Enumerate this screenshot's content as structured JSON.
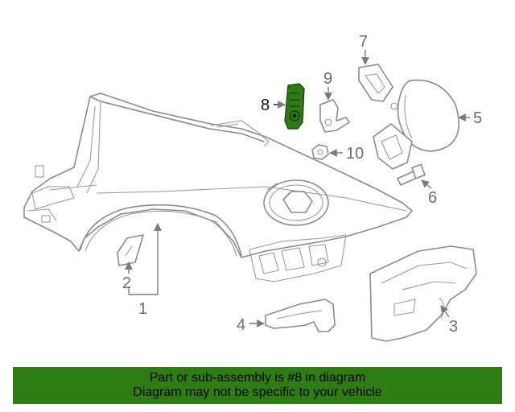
{
  "labels": {
    "l1": "1",
    "l2": "2",
    "l3": "3",
    "l4": "4",
    "l5": "5",
    "l6": "6",
    "l7": "7",
    "l8": "8",
    "l9": "9",
    "l10": "10"
  },
  "highlight": {
    "part_number": "8",
    "color": "#2e7d12"
  },
  "banner": {
    "line1": "Part or sub-assembly is #8 in diagram",
    "line2": "Diagram may not be specific to your vehicle",
    "background": "#2e7d12"
  }
}
